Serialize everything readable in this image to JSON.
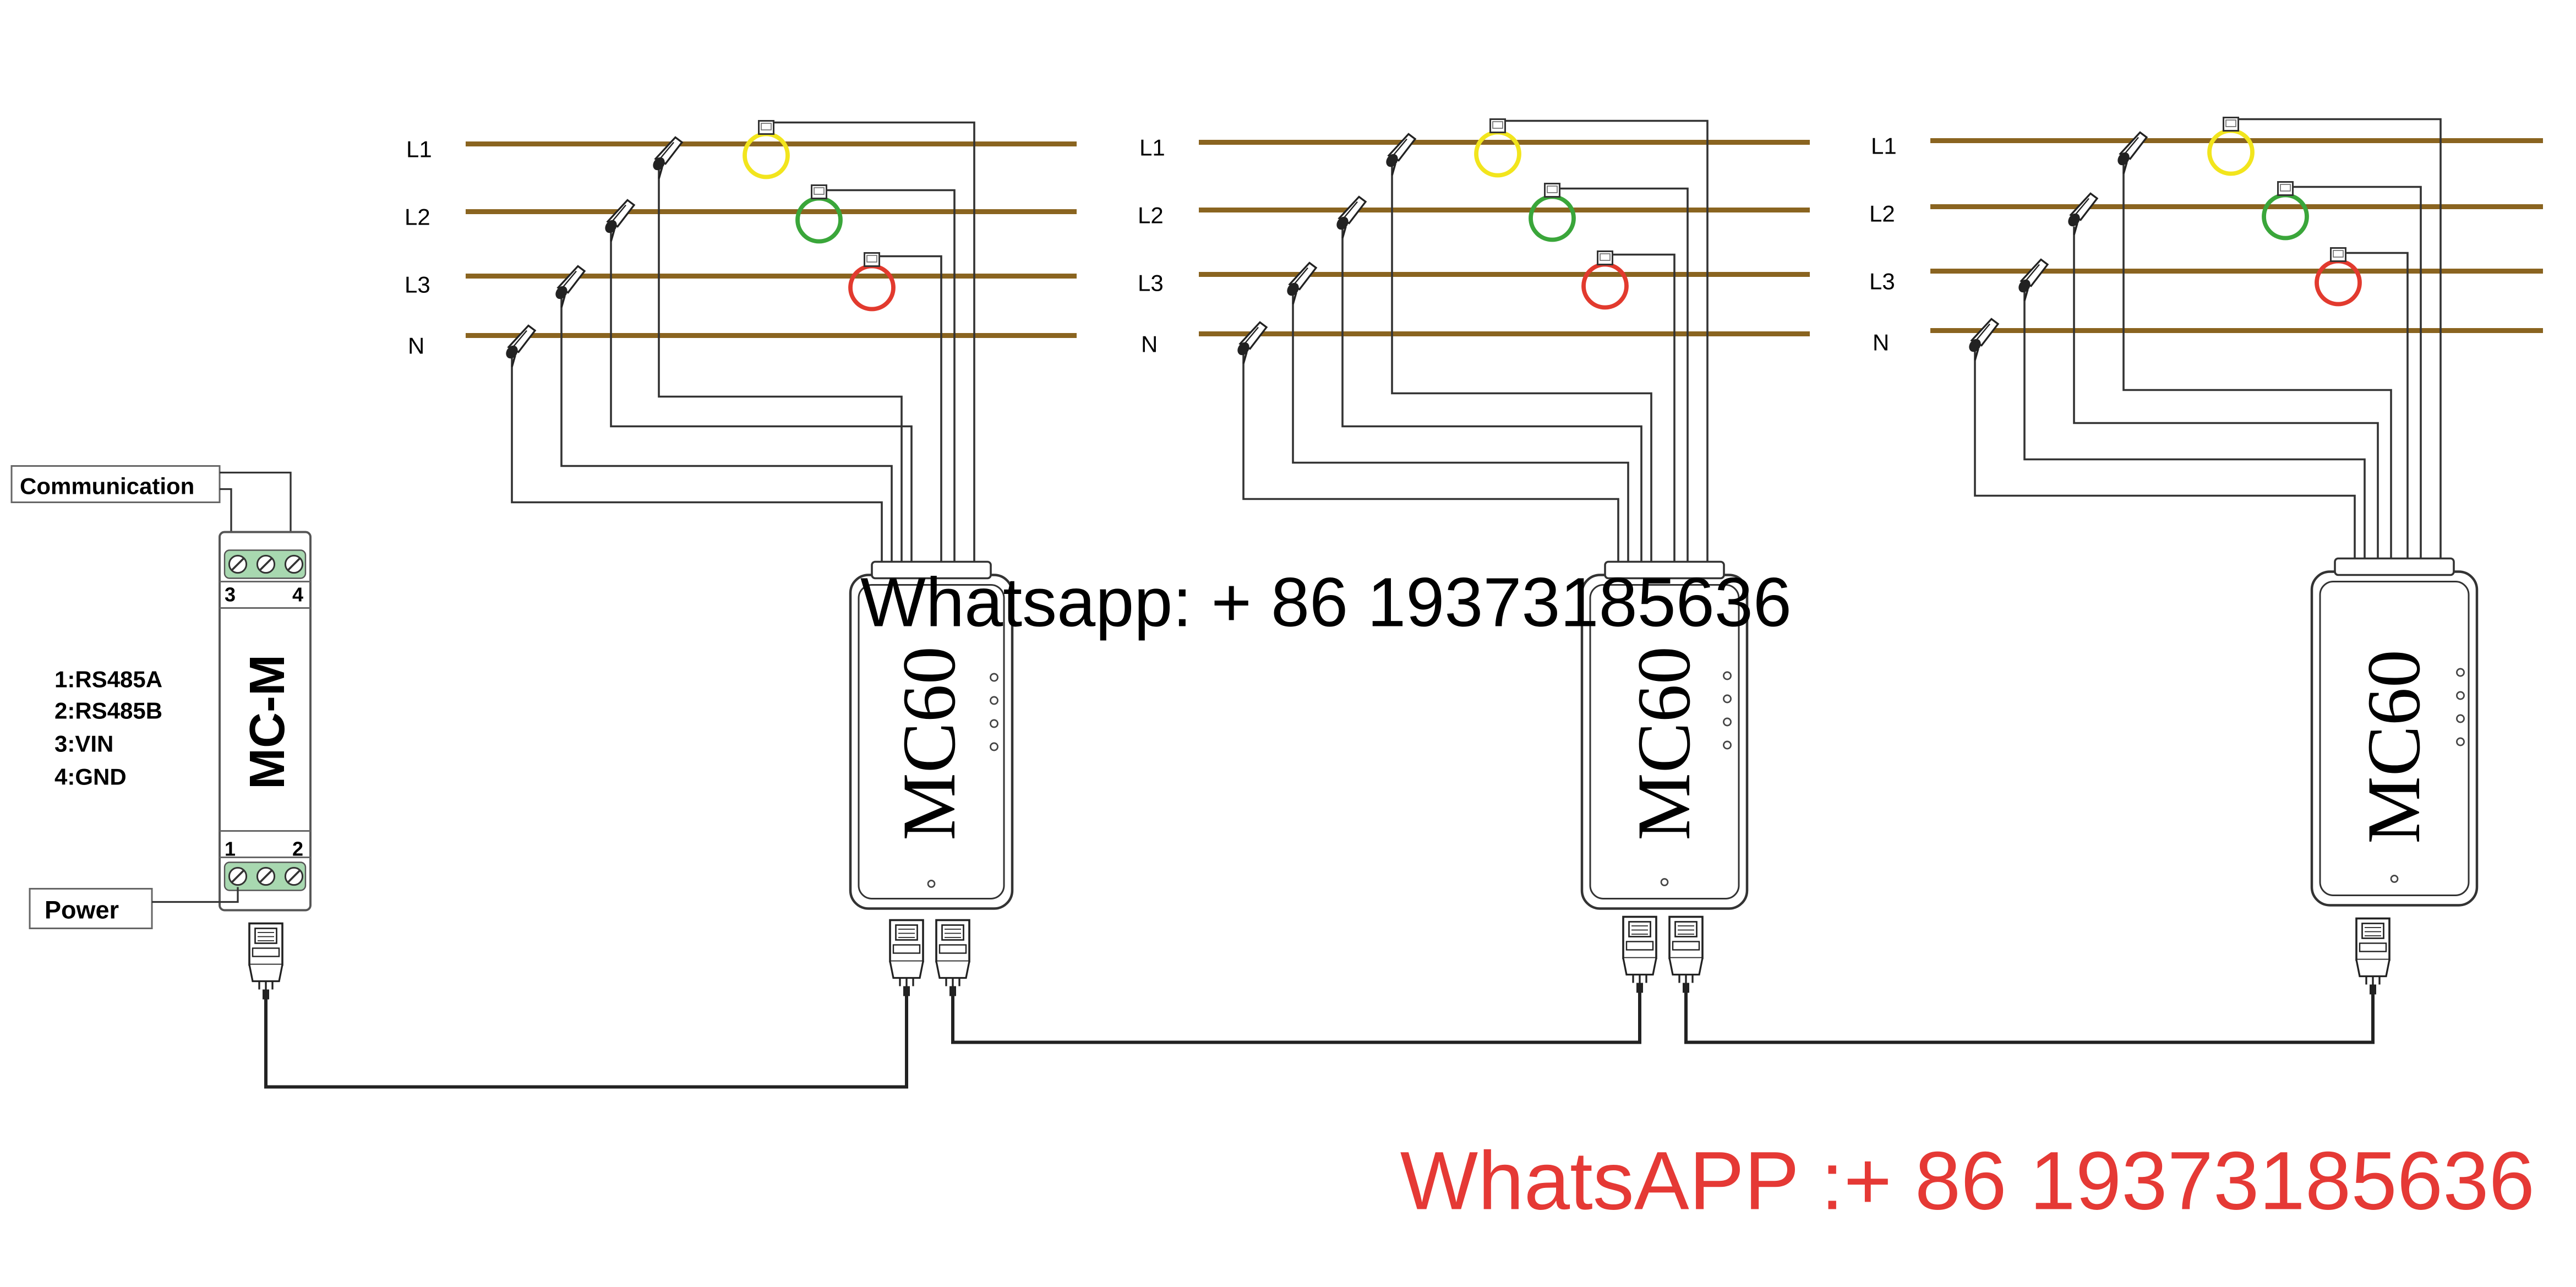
{
  "line_labels": [
    "L1",
    "L2",
    "L3",
    "N"
  ],
  "colors": {
    "conductor": "#8a6420",
    "wire": "#333333",
    "ct_l1": "#f2e51d",
    "ct_l2": "#3aa63a",
    "ct_l3": "#e23a2e",
    "terminal_green": "#a8d8b0",
    "watermark_red": "#e53935"
  },
  "gateway": {
    "name": "MC-M",
    "top_terminal_numbers": [
      "3",
      "4"
    ],
    "bottom_terminal_numbers": [
      "1",
      "2"
    ],
    "communication_label": "Communication",
    "power_label": "Power",
    "pin_legend": [
      "1:RS485A",
      "2:RS485B",
      "3:VIN",
      "4:GND"
    ]
  },
  "meters": [
    {
      "name": "MC60",
      "rj45_ports": 2
    },
    {
      "name": "MC60",
      "rj45_ports": 2
    },
    {
      "name": "MC60",
      "rj45_ports": 1
    }
  ],
  "watermark_top": "Whatsapp: + 86 19373185636",
  "watermark_bottom": "WhatsAPP :+ 86 19373185636"
}
